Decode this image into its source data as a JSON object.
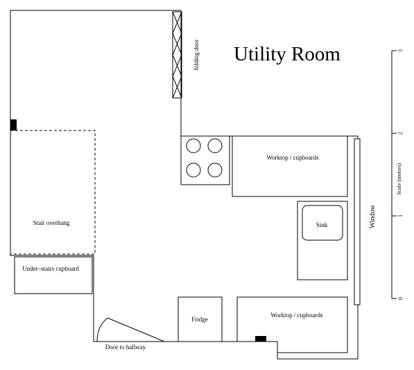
{
  "title": "Utility Room",
  "labels": {
    "folding_door": "folding door",
    "stair_overhang": "Stair overhang",
    "under_stairs": "Under–stairs cupboard",
    "worktop_top": "Worktop / cupboards",
    "sink": "Sink",
    "window": "Window",
    "fridge": "Fridge",
    "worktop_bottom": "Worktop / cupboards",
    "door_hallway": "Door to hallway"
  },
  "scale": {
    "label": "Scale (metres)",
    "ticks": [
      "0",
      "1",
      "2",
      "3"
    ]
  }
}
